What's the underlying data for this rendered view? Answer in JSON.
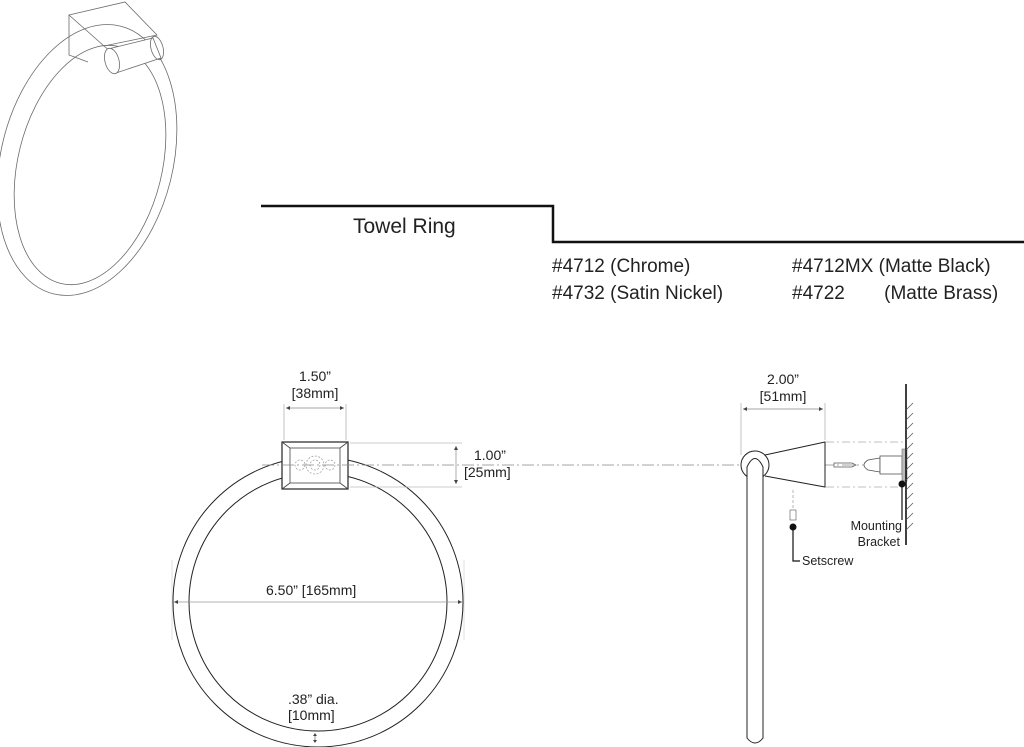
{
  "header": {
    "title": "Towel Ring"
  },
  "models": [
    {
      "number": "#4712",
      "finish": "(Chrome)"
    },
    {
      "number": "#4732",
      "finish": "(Satin Nickel)"
    },
    {
      "number": "#4712MX",
      "finish": "(Matte Black)"
    },
    {
      "number": "#4722",
      "finish": "(Matte Brass)"
    }
  ],
  "front_view": {
    "mount_width": {
      "inch": "1.50”",
      "mm": "[38mm]"
    },
    "mount_height": {
      "inch": "1.00”",
      "mm": "[25mm]"
    },
    "ring_diameter": "6.50” [165mm]",
    "rod_diameter": {
      "inch": ".38” dia.",
      "mm": "[10mm]"
    }
  },
  "side_view": {
    "projection": {
      "inch": "2.00”",
      "mm": "[51mm]"
    },
    "callouts": {
      "mounting_bracket_line1": "Mounting",
      "mounting_bracket_line2": "Bracket",
      "setscrew": "Setscrew"
    }
  },
  "colors": {
    "line": "#1a1a1a",
    "thin_line": "#555555",
    "dim_line": "#9a9a9a"
  }
}
